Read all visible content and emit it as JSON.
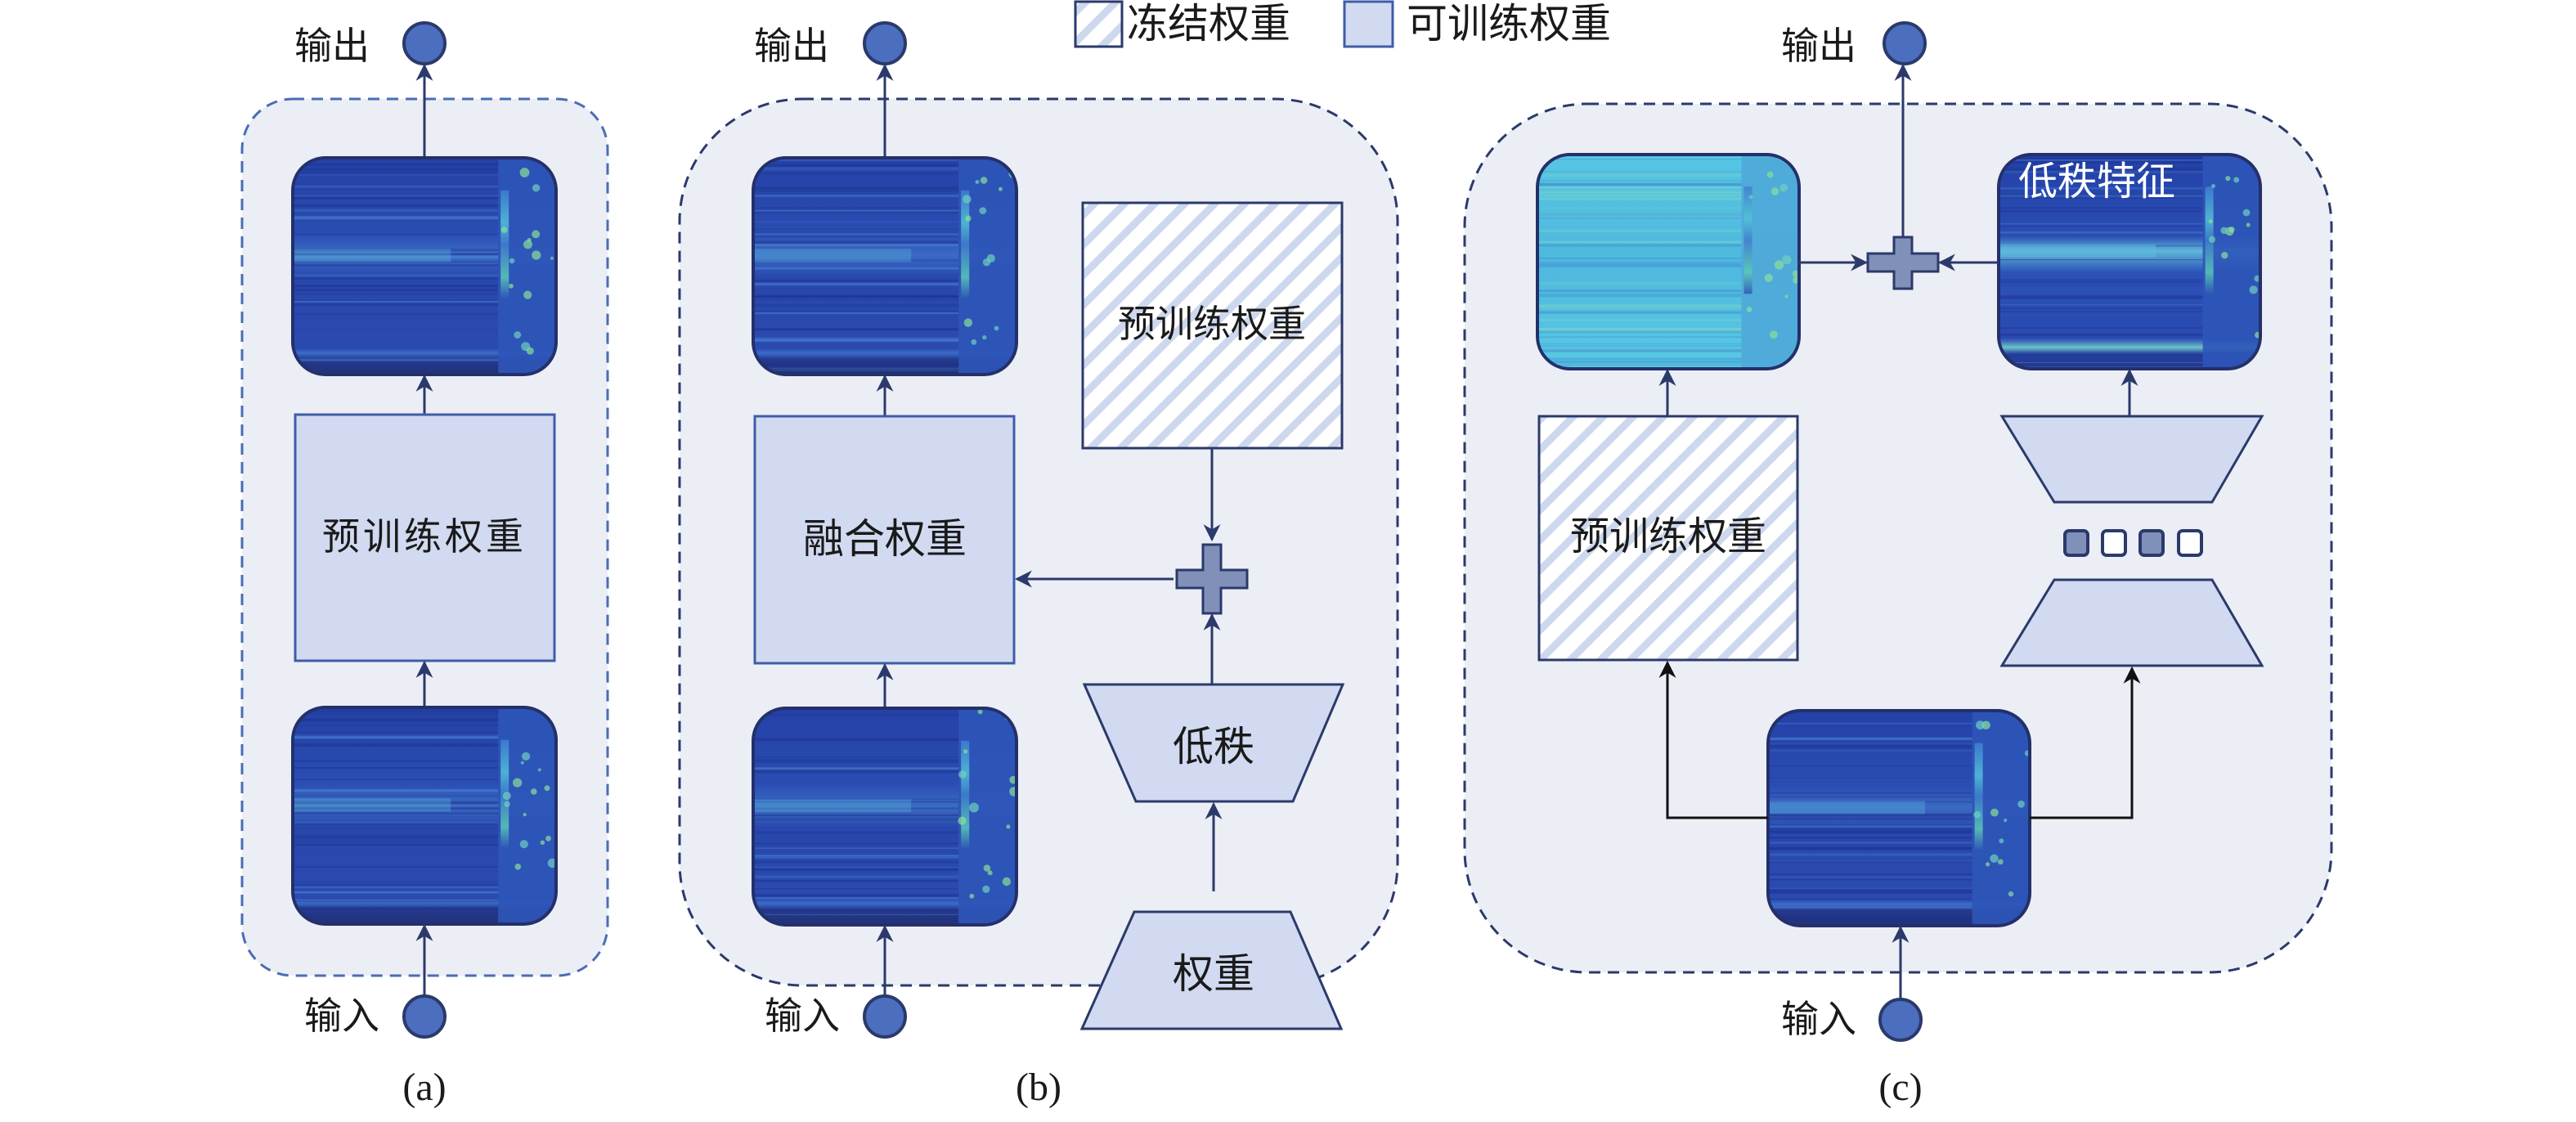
{
  "legend": {
    "frozen_label": "冻结权重",
    "trainable_label": "可训练权重"
  },
  "colors": {
    "panel_bg": "#ECEEF6",
    "panel_a_border": "#4A6DB5",
    "panel_border": "#2B3A6B",
    "trainable_fill": "#D1DAF0",
    "trainable_border": "#3F5CA8",
    "frozen_stripe": "#CDD8EE",
    "frozen_border": "#2B3A6B",
    "arrow": "#2B3A6B",
    "node_fill": "#4C6EBE",
    "plus_fill": "#8090B8",
    "spectrogram_dark": "#22399A",
    "spectrogram_cyan": "#57C7E2",
    "black_arrow": "#111111"
  },
  "panels": {
    "a": {
      "caption": "(a)",
      "output_label": "输出",
      "input_label": "输入",
      "weight_box_label": "预训练权重"
    },
    "b": {
      "caption": "(b)",
      "output_label": "输出",
      "input_label": "输入",
      "fused_box_label": "融合权重",
      "frozen_box_label": "预训练权重",
      "low_rank_label": "低秩",
      "weight_label": "权重"
    },
    "c": {
      "caption": "(c)",
      "output_label": "输出",
      "input_label": "输入",
      "frozen_box_label": "预训练权重",
      "low_rank_feature_label": "低秩特征",
      "bottleneck_cells": [
        "filled",
        "empty",
        "filled",
        "empty"
      ]
    }
  }
}
